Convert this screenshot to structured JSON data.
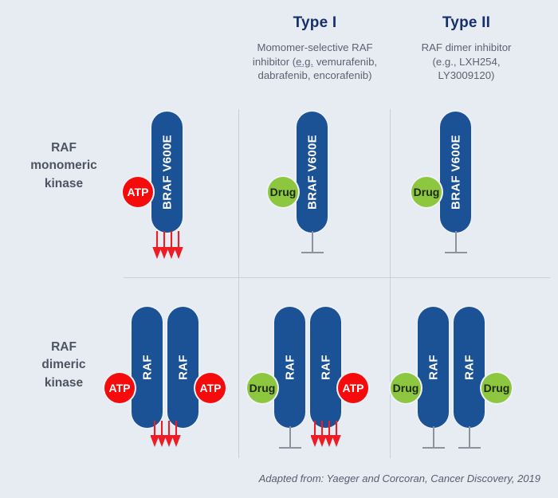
{
  "figure": {
    "background_color": "#e7ebf2",
    "kinase_color": "#1b5295",
    "atp_color": "#f50b0b",
    "drug_color": "#8dc63f",
    "arrow_color": "#ee1c25",
    "inhibition_color": "#8b939e",
    "divider_color": "#c8cfda"
  },
  "columns": [
    {
      "id": "type-1",
      "title": "Type I",
      "subtitle_lines": [
        "Momomer-selective RAF",
        "inhibitor (e.g. vemurafenib,",
        "dabrafenib, encorafenib)"
      ],
      "underlined_token": "e.g."
    },
    {
      "id": "type-2",
      "title": "Type II",
      "subtitle_lines": [
        "RAF dimer inhibitor",
        "(e.g., LXH254,",
        "LY3009120)"
      ]
    }
  ],
  "rows": [
    {
      "id": "monomeric",
      "label_lines": [
        "RAF",
        "monomeric",
        "kinase"
      ]
    },
    {
      "id": "dimeric",
      "label_lines": [
        "RAF",
        "dimeric",
        "kinase"
      ]
    }
  ],
  "kinases": {
    "braf_label": "BRAF V600E",
    "raf_label": "RAF"
  },
  "ligands": {
    "atp_label": "ATP",
    "drug_label": "Drug"
  },
  "cells": [
    {
      "id": "untreated-monomer",
      "row": "monomeric",
      "column": "untreated",
      "kinase_label": "BRAF V600E",
      "ligand": "ATP",
      "signal": "active-arrows",
      "arrow_count": 4
    },
    {
      "id": "type1-monomer",
      "row": "monomeric",
      "column": "type-1",
      "kinase_label": "BRAF V600E",
      "ligand": "Drug",
      "signal": "inhibited"
    },
    {
      "id": "type2-monomer",
      "row": "monomeric",
      "column": "type-2",
      "kinase_label": "BRAF V600E",
      "ligand": "Drug",
      "signal": "inhibited"
    },
    {
      "id": "untreated-dimer-left",
      "row": "dimeric",
      "column": "untreated",
      "kinase_label": "RAF",
      "ligand": "ATP",
      "signal": "active-arrows",
      "arrow_count": 4
    },
    {
      "id": "untreated-dimer-right",
      "row": "dimeric",
      "column": "untreated",
      "kinase_label": "RAF",
      "ligand": "ATP",
      "signal": "active-arrows"
    },
    {
      "id": "type1-dimer-left",
      "row": "dimeric",
      "column": "type-1",
      "kinase_label": "RAF",
      "ligand": "Drug",
      "signal": "inhibited"
    },
    {
      "id": "type1-dimer-right",
      "row": "dimeric",
      "column": "type-1",
      "kinase_label": "RAF",
      "ligand": "ATP",
      "signal": "active-arrows",
      "arrow_count": 4
    },
    {
      "id": "type2-dimer-left",
      "row": "dimeric",
      "column": "type-2",
      "kinase_label": "RAF",
      "ligand": "Drug",
      "signal": "inhibited"
    },
    {
      "id": "type2-dimer-right",
      "row": "dimeric",
      "column": "type-2",
      "kinase_label": "RAF",
      "ligand": "Drug",
      "signal": "inhibited"
    }
  ],
  "footer": {
    "attribution": "Adapted from: Yaeger and Corcoran, Cancer Discovery, 2019"
  }
}
